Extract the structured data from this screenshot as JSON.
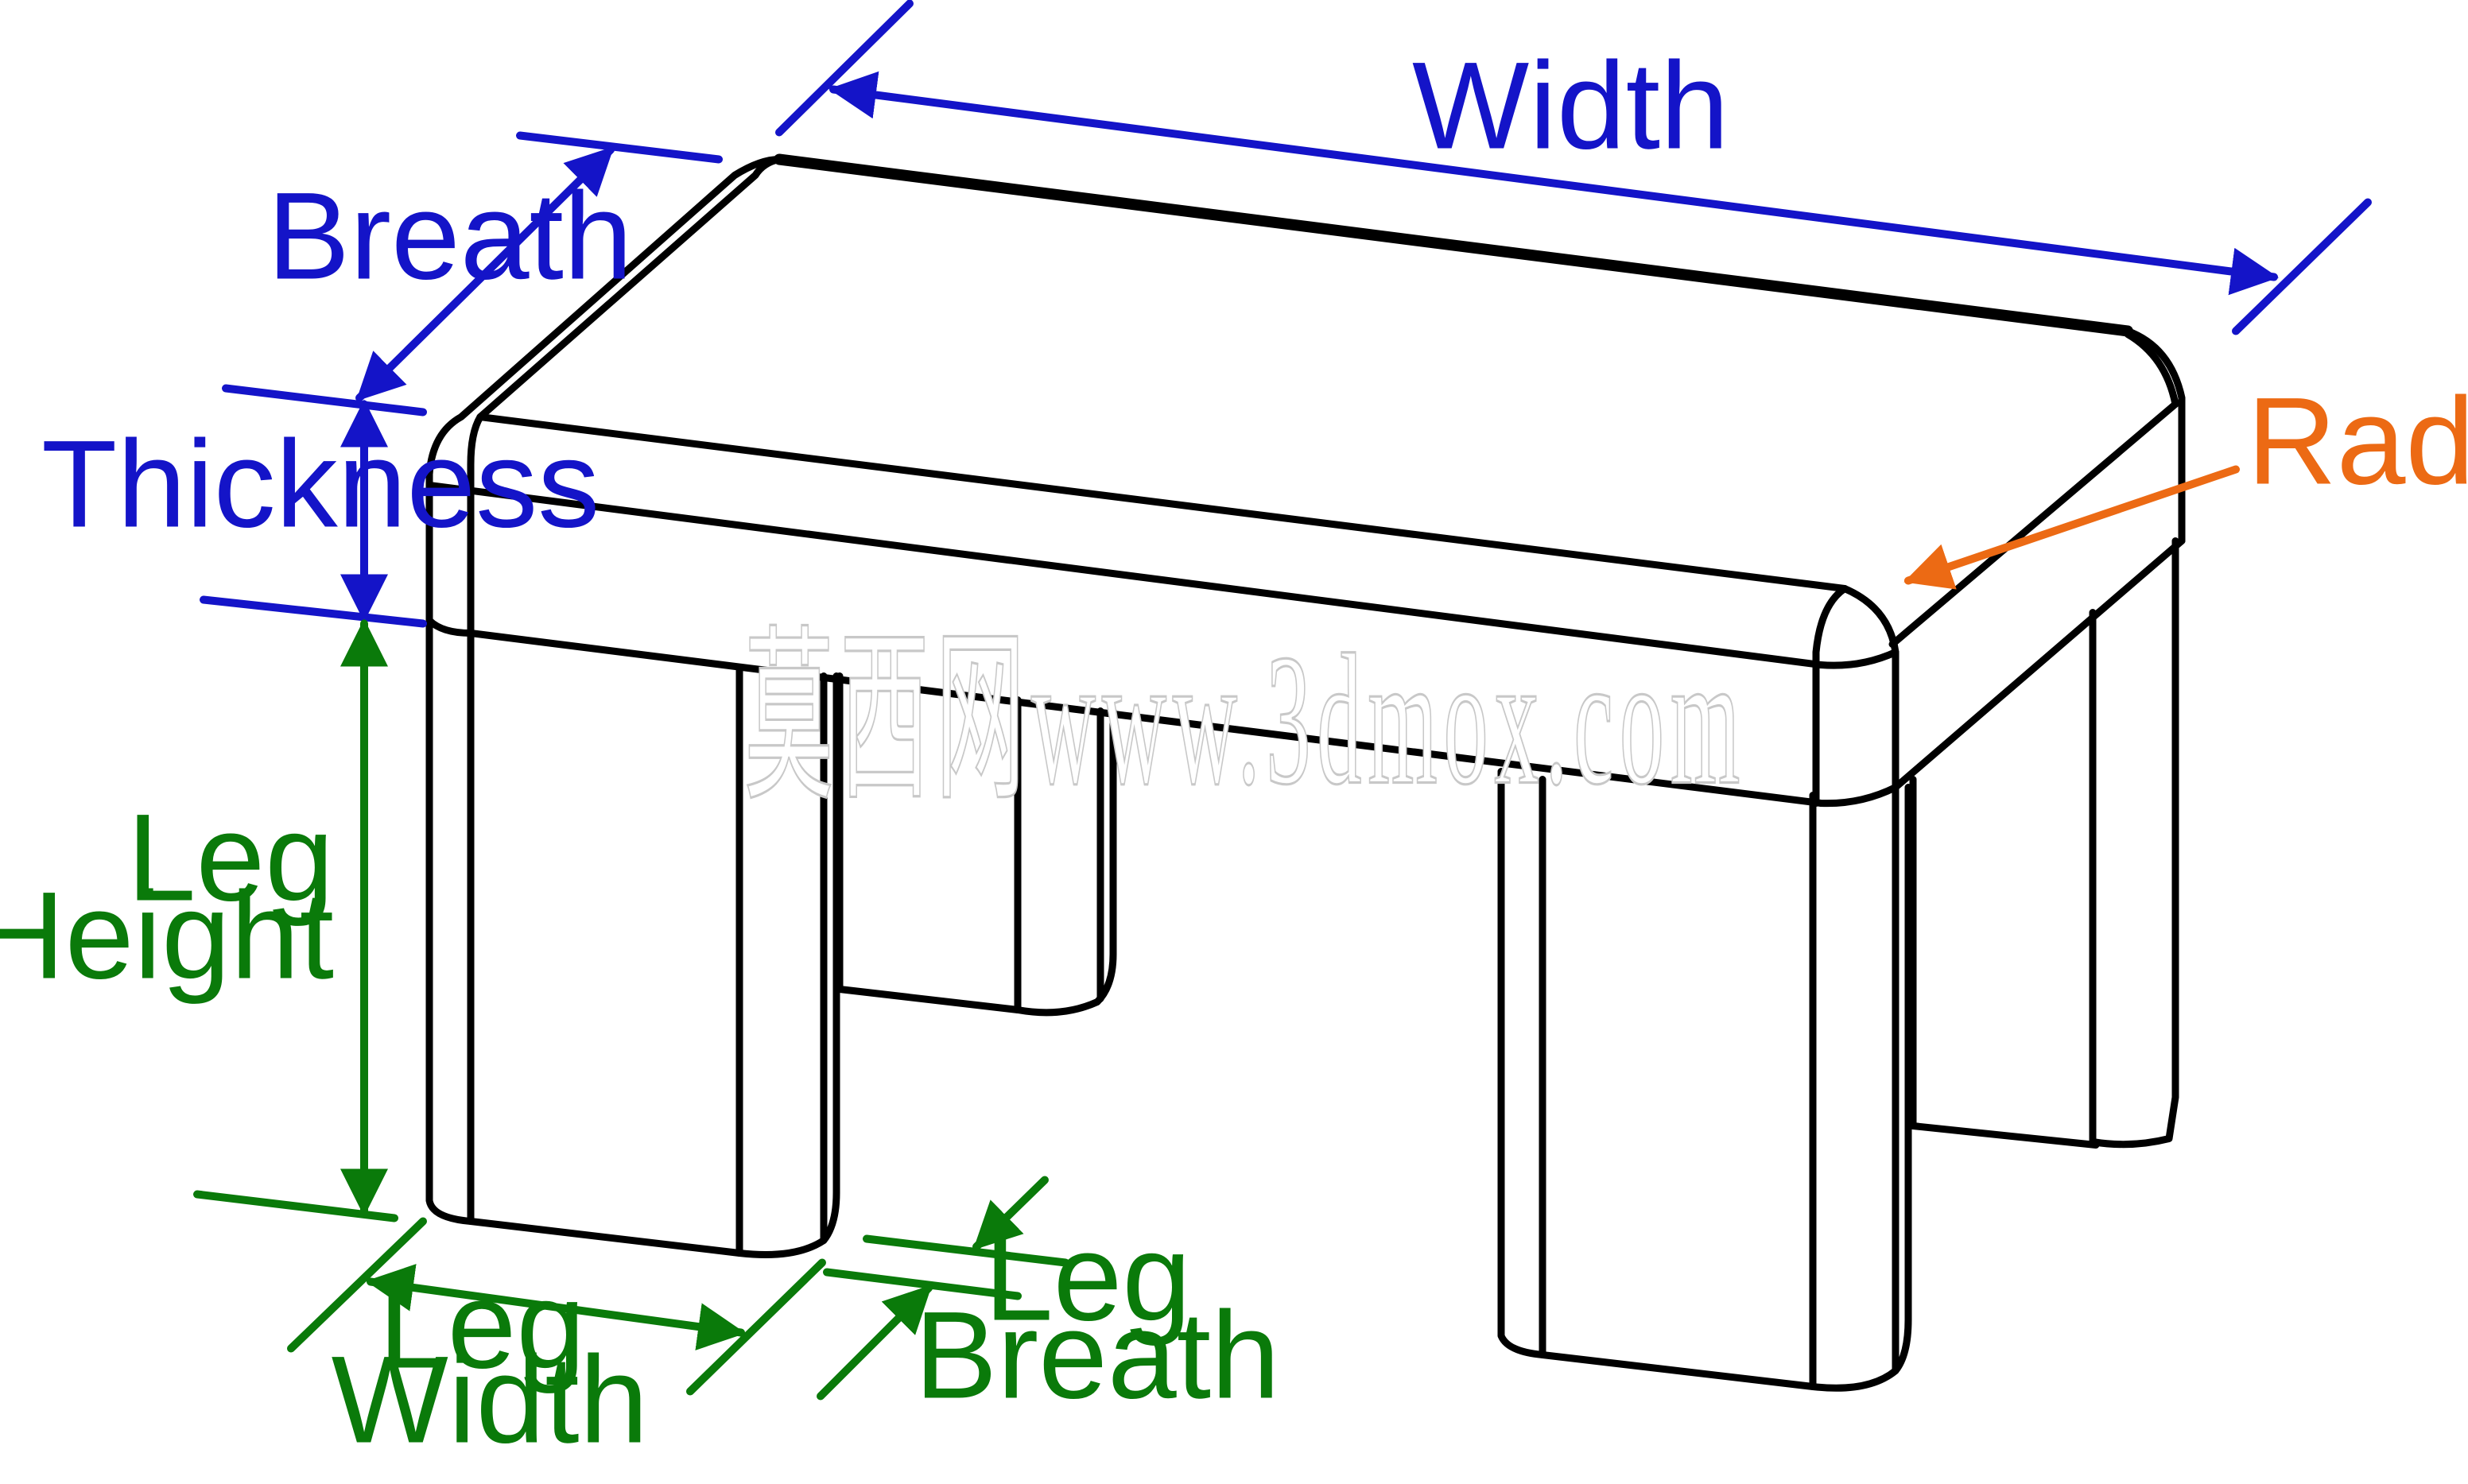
{
  "colors": {
    "dimension_blue": "#1414c8",
    "dimension_green": "#0a7a0a",
    "dimension_orange": "#ec6a14",
    "outline": "#000000",
    "watermark": "#c8c8c8"
  },
  "labels": {
    "width": "Width",
    "breath": "Breath",
    "thickness": "Thickness",
    "radius": "Radius",
    "leg_height_line1": "Leg",
    "leg_height_line2": "Height",
    "leg_width_line1": "Leg",
    "leg_width_line2": "Width",
    "leg_breath_line1": "Leg",
    "leg_breath_line2": "Breath"
  },
  "watermark": "莫西网www.3dmox.com"
}
